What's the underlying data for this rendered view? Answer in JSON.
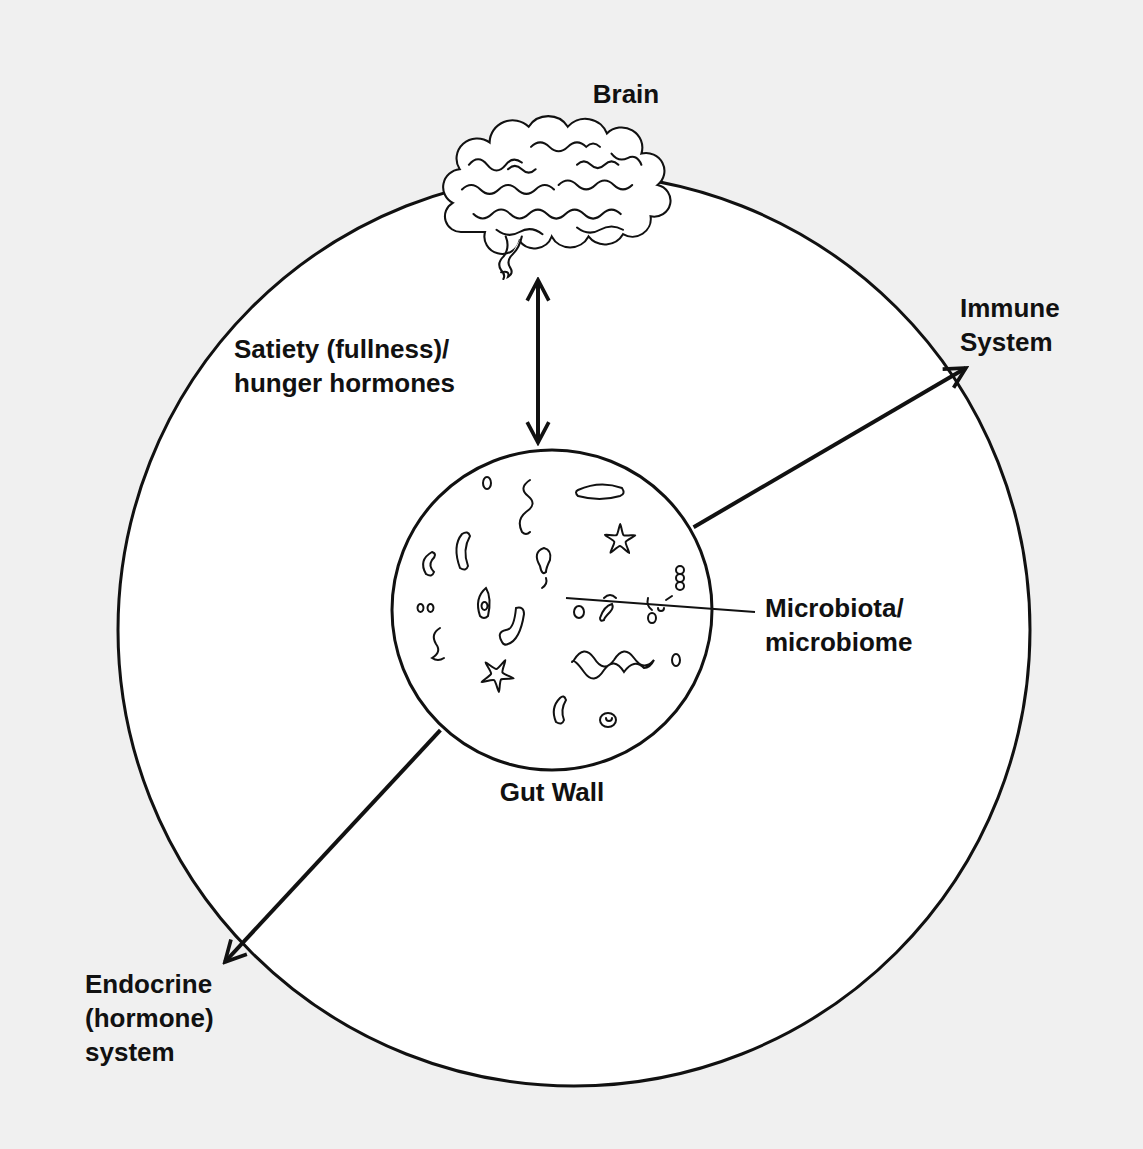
{
  "diagram": {
    "nodes": [
      {
        "text": [
          "Brain"
        ]
      },
      {
        "text": [
          "Gut Wall"
        ]
      },
      {
        "text": [
          "Immune System"
        ]
      },
      {
        "text": [
          "Endocrine (hormone) system"
        ]
      }
    ],
    "edges": [
      {
        "from": 0,
        "to": 1,
        "arrow": "both",
        "label": "Satiety (fullness)/ hunger hormones"
      },
      {
        "from": 1,
        "to": 2,
        "arrow": "to"
      },
      {
        "from": 1,
        "to": 3,
        "arrow": "to"
      }
    ],
    "labels": [
      "Microbiota/ microbiome"
    ]
  }
}
